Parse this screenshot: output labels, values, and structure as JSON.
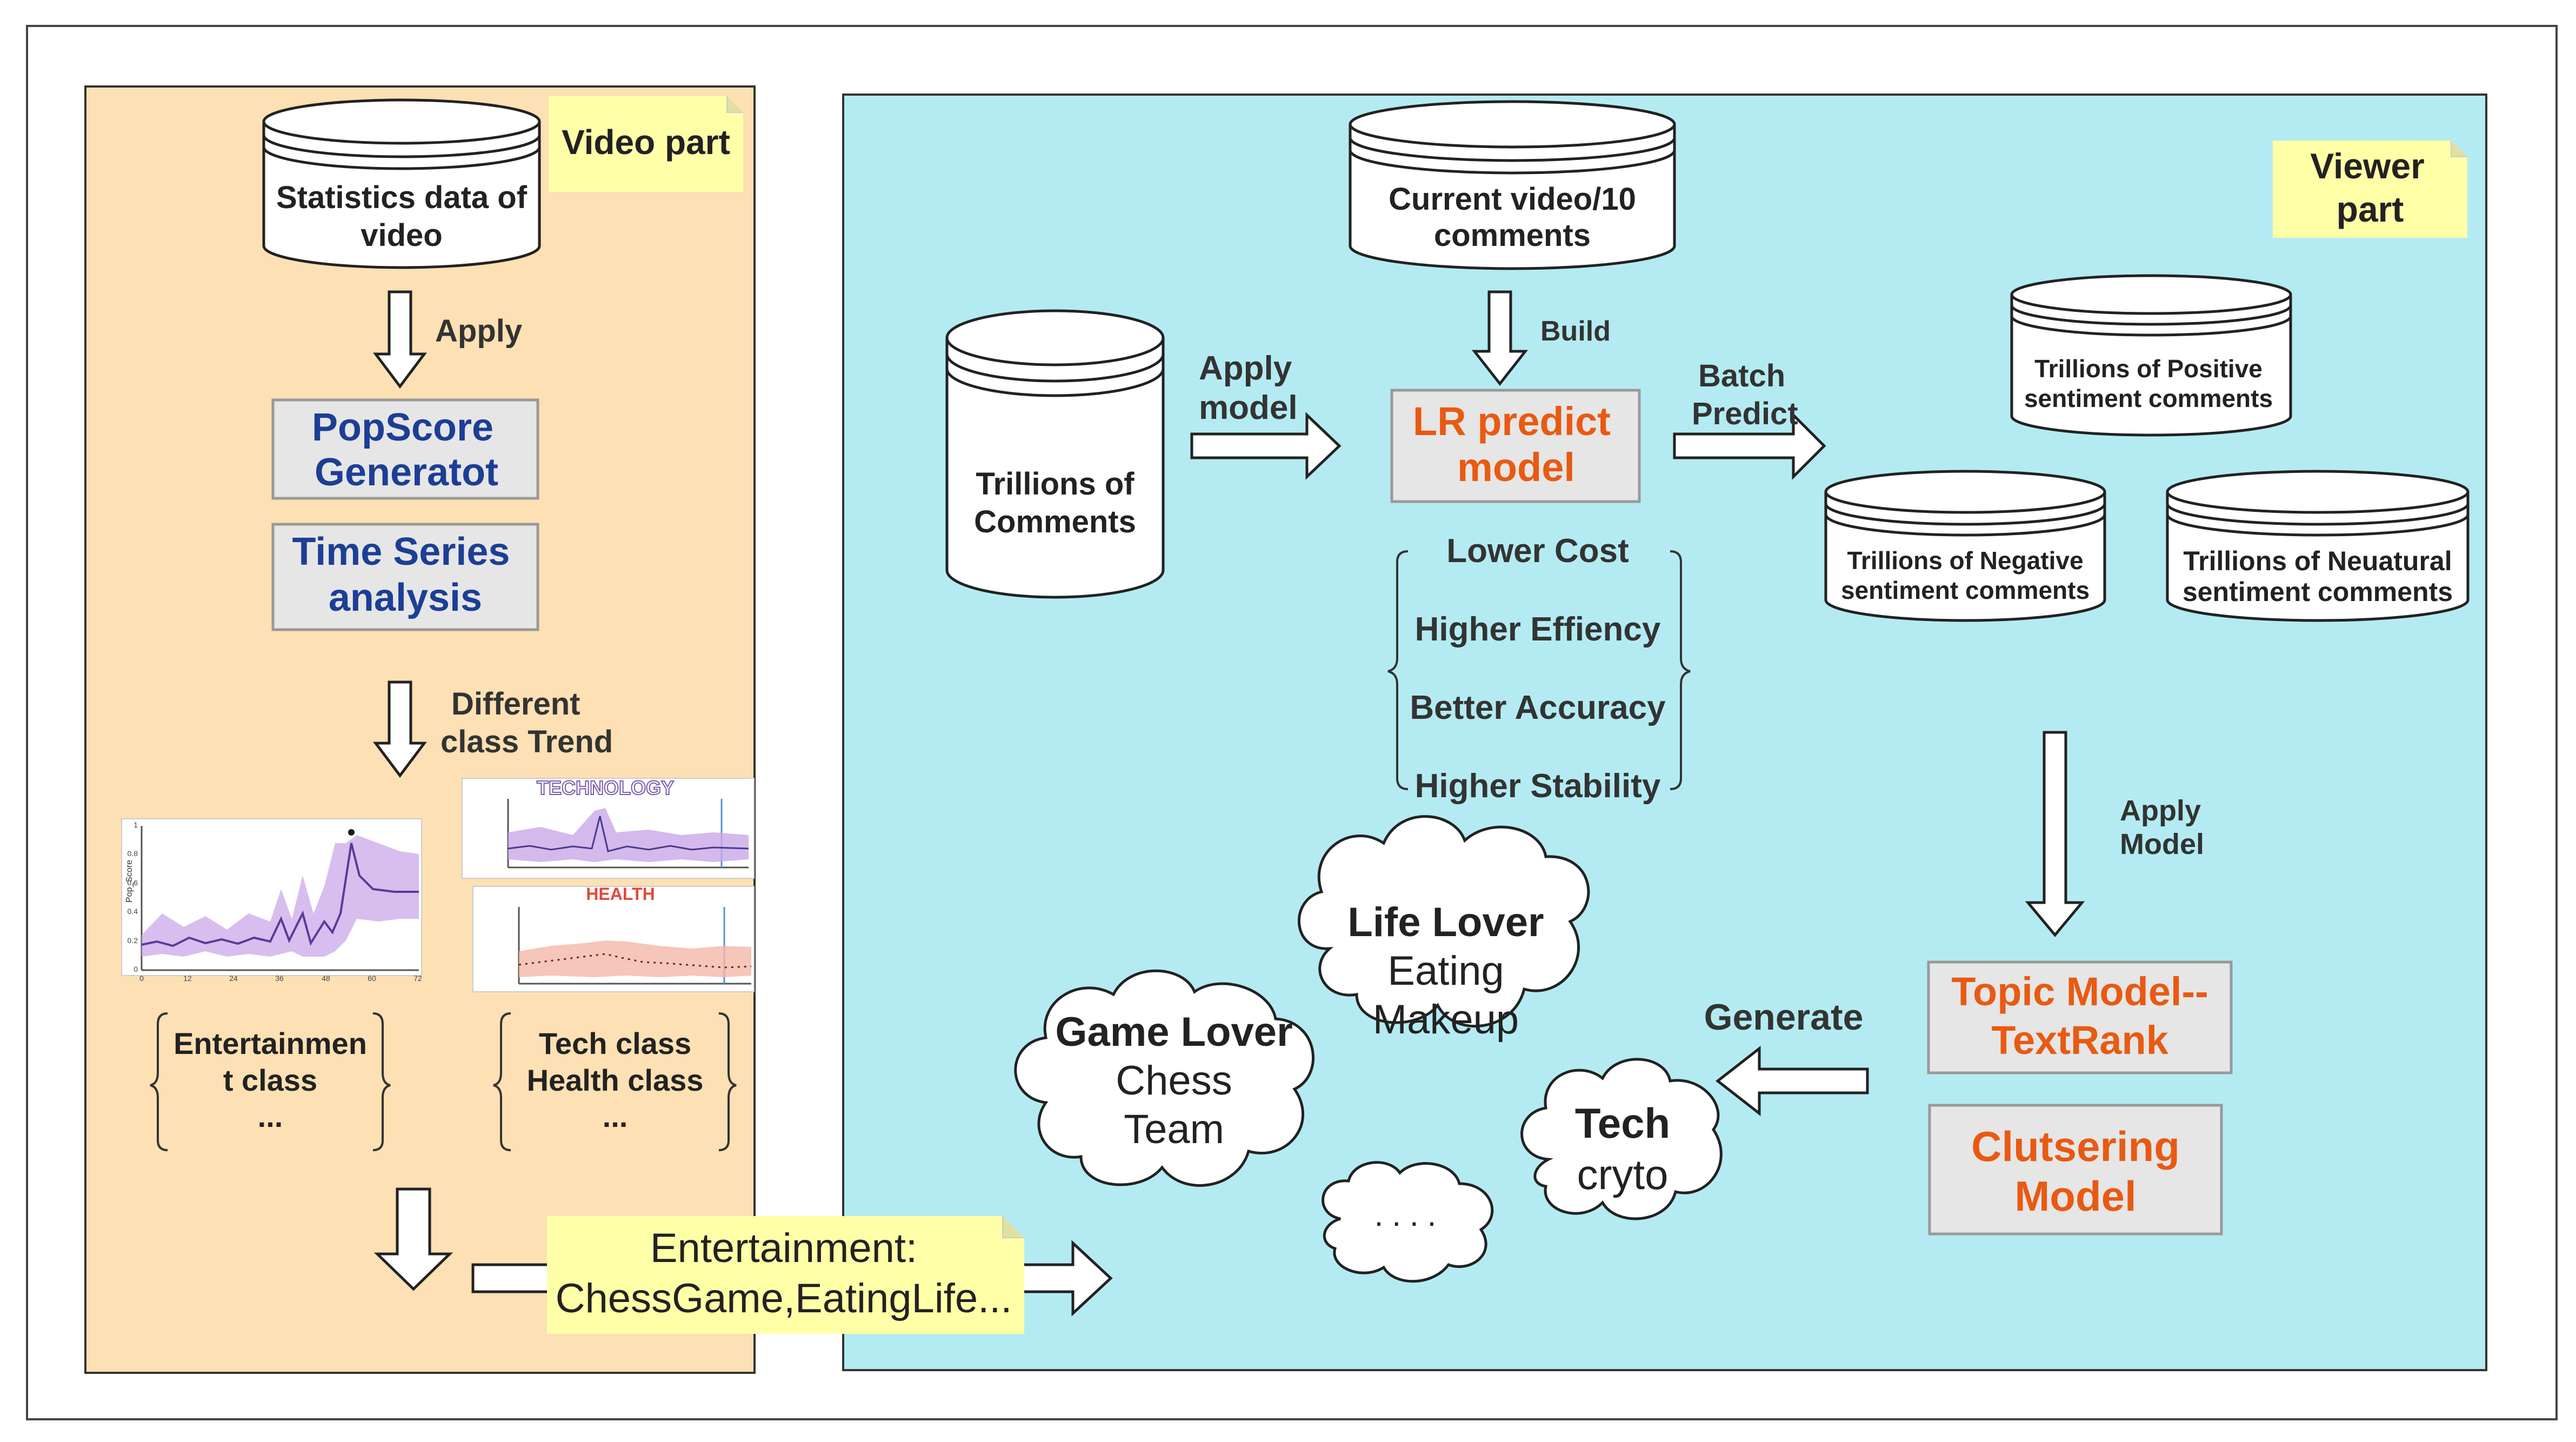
{
  "video_part": {
    "tag": "Video part",
    "stats_db": [
      "Statistics data of",
      "video"
    ],
    "apply_label": "Apply",
    "popscore": [
      "PopScore",
      "Generatot"
    ],
    "time_series": [
      "Time Series",
      "analysis"
    ],
    "trend_label": [
      "Different",
      "class Trend"
    ],
    "chart_technology_title": "TECHNOLOGY",
    "chart_health_title": "HEALTH",
    "chart_main_ylabel": "Pop_Score",
    "chart_main_xticks": [
      "0",
      "12",
      "24",
      "36",
      "48",
      "60",
      "72"
    ],
    "chart_main_yticks": [
      "0",
      "0.2",
      "0.4",
      "0.6",
      "0.8",
      "1"
    ],
    "class_entertainment": [
      "Entertainmen",
      "t class",
      "..."
    ],
    "class_tech": [
      "Tech class",
      "Health class",
      "..."
    ]
  },
  "bridge_note": [
    "Entertainment:",
    "ChessGame,EatingLife..."
  ],
  "viewer_part": {
    "tag": [
      "Viewer",
      "part"
    ],
    "current_db": [
      "Current video/10",
      "comments"
    ],
    "build_label": "Build",
    "trillions_db": [
      "Trillions of",
      "Comments"
    ],
    "apply_model_label": [
      "Apply",
      "model"
    ],
    "lr_model": [
      "LR predict",
      "model"
    ],
    "batch_label": [
      "Batch",
      "Predict"
    ],
    "benefits": [
      "Lower Cost",
      "Higher Effiency",
      "Better Accuracy",
      "Higher Stability"
    ],
    "positive_db": [
      "Trillions of Positive",
      "sentiment comments"
    ],
    "negative_db": [
      "Trillions of Negative",
      "sentiment comments"
    ],
    "neutral_db": [
      "Trillions of Neuatural",
      "sentiment comments"
    ],
    "apply_model2_label": [
      "Apply",
      "Model"
    ],
    "topic_model": [
      "Topic Model--",
      "TextRank"
    ],
    "cluster_model": [
      "Clutsering",
      "Model"
    ],
    "generate_label": "Generate",
    "cloud_game": {
      "title": "Game Lover",
      "items": [
        "Chess",
        "Team"
      ]
    },
    "cloud_life": {
      "title": "Life Lover",
      "items": [
        "Eating",
        "Makeup"
      ]
    },
    "cloud_tech": {
      "title": "Tech",
      "items": [
        "cryto"
      ]
    },
    "cloud_more": "...."
  },
  "colors": {
    "video_bg": "#fde0b3",
    "viewer_bg": "#b4ebf2",
    "note_yellow": "#ffffa8",
    "box_gray": "#e6e6e6",
    "blue_text": "#1c3e96",
    "orange_text": "#e85a12",
    "dark_text": "#2b2b2b"
  }
}
